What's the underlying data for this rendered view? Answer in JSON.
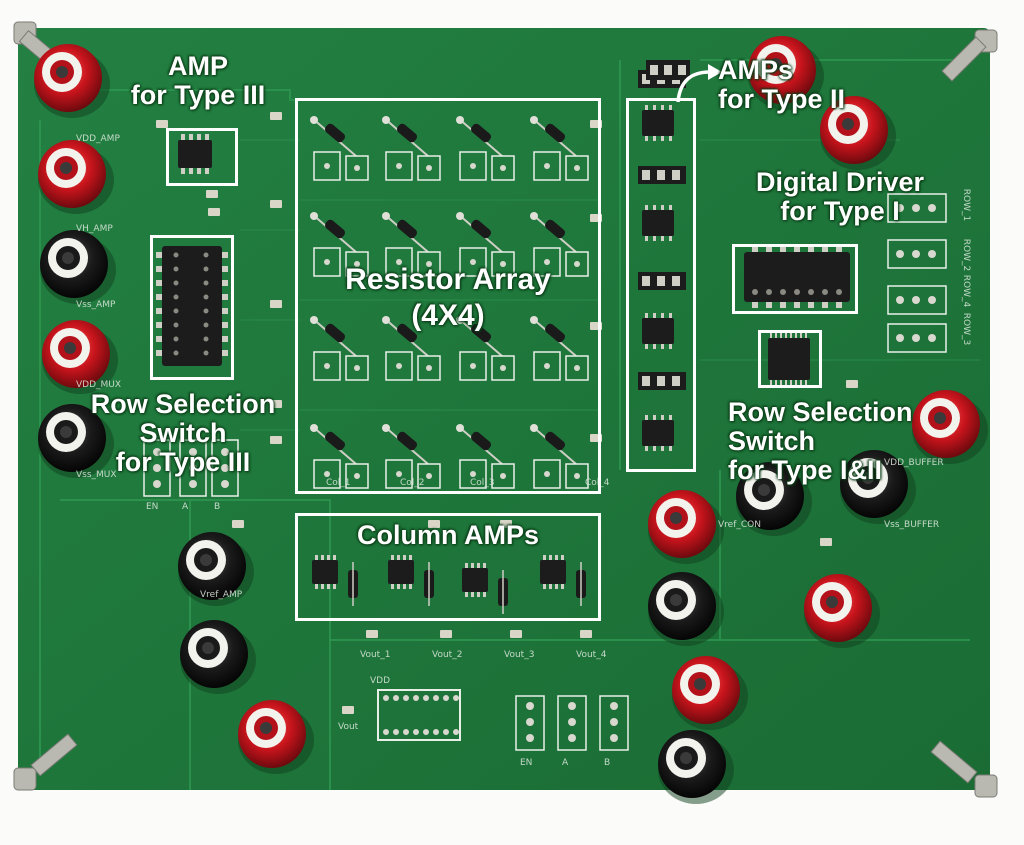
{
  "labels": {
    "amp_type3_line1": "AMP",
    "amp_type3_line2": "for Type III",
    "amps_type2_line1": "AMPs",
    "amps_type2_line2": "for Type II",
    "digital_driver_line1": "Digital Driver",
    "digital_driver_line2": "for Type I",
    "resistor_array_line1": "Resistor Array",
    "resistor_array_line2": "(4X4)",
    "row_sel_type3_line1": "Row Selection",
    "row_sel_type3_line2": "Switch",
    "row_sel_type3_line3": "for Type III",
    "row_sel_type12_line1": "Row Selection",
    "row_sel_type12_line2": "Switch",
    "row_sel_type12_line3": "for Type I&II",
    "column_amps": "Column AMPs"
  },
  "silkscreen": {
    "vdd_amp": "VDD_AMP",
    "vh_amp": "VH_AMP",
    "vss_amp": "Vss_AMP",
    "vdd_mux": "VDD_MUX",
    "vss_mux": "Vss_MUX",
    "vref_amp": "Vref_AMP",
    "vdd_buffer": "VDD_BUFFER",
    "vss_buffer": "Vss_BUFFER",
    "vref_con": "Vref_CON",
    "col_1": "Col_1",
    "col_2": "Col_2",
    "col_3": "Col_3",
    "col_4": "Col_4",
    "vout_1": "Vout_1",
    "vout_2": "Vout_2",
    "vout_3": "Vout_3",
    "vout_4": "Vout_4",
    "vdd": "VDD",
    "vout": "Vout",
    "en": "EN",
    "a": "A",
    "b": "B",
    "row_1": "ROW_1",
    "row_2": "ROW_2",
    "row_3": "ROW_3",
    "row_4": "ROW_4"
  },
  "colors": {
    "board": "#1f7a3a",
    "board_dark": "#17622d",
    "annotation": "#ffffff",
    "jack_red": "#c8141c",
    "jack_black": "#1a1a1a",
    "chip": "#1c1c1c"
  }
}
